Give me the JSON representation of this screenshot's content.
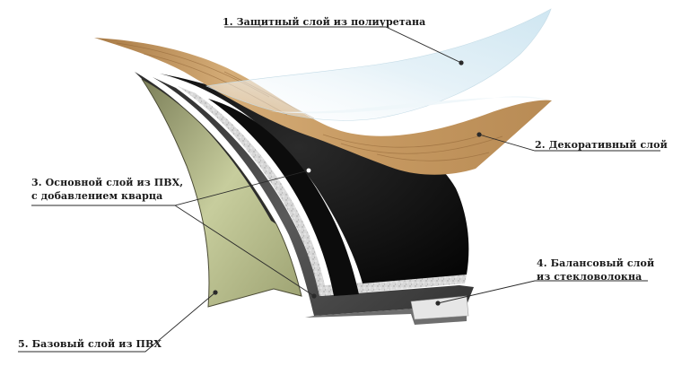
{
  "labels": {
    "layer_1": "1. Защитный слой из полиуретана",
    "layer_2": "2. Декоративный слой",
    "layer_3_line_1": "3. Основной слой из ПВХ,",
    "layer_3_line_2": "с добавлением кварца",
    "layer_4_line_1": "4. Балансовый слой",
    "layer_4_line_2": "из стекловолокна",
    "layer_5": "5. Базовый слой из ПВХ"
  },
  "colors": {
    "protective_film": "#dfeef5",
    "decorative_wood": "#c99b63",
    "wood_dark": "#9b6f3c",
    "core_black": "#141414",
    "core_grey": "#3d3d3d",
    "quartz_grey": "#bcbcbc",
    "base_green": "#b9c08f",
    "leader_line": "#2a2a2a"
  }
}
